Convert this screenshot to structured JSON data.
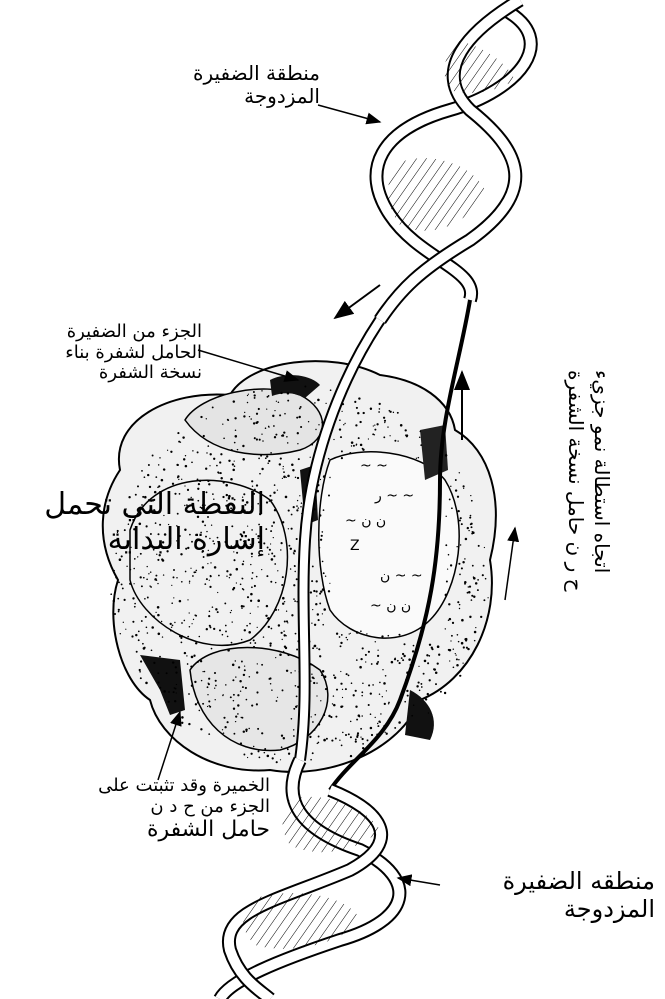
{
  "labels": {
    "top_double_helix": [
      "منطقة الضفيرة",
      "المزدوجة"
    ],
    "coding_strand_part": [
      "الجزء من الضفيرة",
      "الحامل لشفرة بناء",
      "نسخة الشفرة"
    ],
    "start_signal": [
      "النقطة التي تحمل",
      "إشارة البداية"
    ],
    "enzyme_bound": [
      "الخميرة وقد تثبتت على",
      "الجزء من ح د ن",
      "حامل الشفرة"
    ],
    "bottom_double_helix": [
      "منطقه الضفيرة",
      "المزدوجة"
    ],
    "direction_vertical": [
      "اتجاه استطالة نمو جزيء",
      "ح ر ن حامل نسخة الشفرة"
    ]
  },
  "colors": {
    "ink": "#000000",
    "paper": "#ffffff"
  }
}
